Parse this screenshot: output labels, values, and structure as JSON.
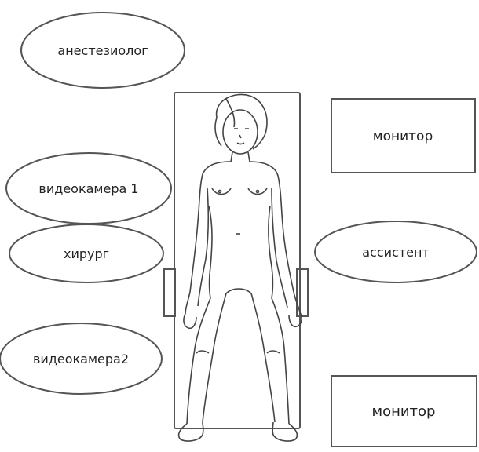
{
  "labels": {
    "anesthesiologist": "анестезиолог",
    "monitor_top": "монитор",
    "videocamera_1": "видеокамера 1",
    "surgeon": "хирург",
    "assistant": "ассистент",
    "videocamera_2": "видеокамера2",
    "monitor_bottom": "монитор"
  },
  "colors": {
    "stroke": "#555555",
    "text": "#222222",
    "background": "#ffffff"
  }
}
